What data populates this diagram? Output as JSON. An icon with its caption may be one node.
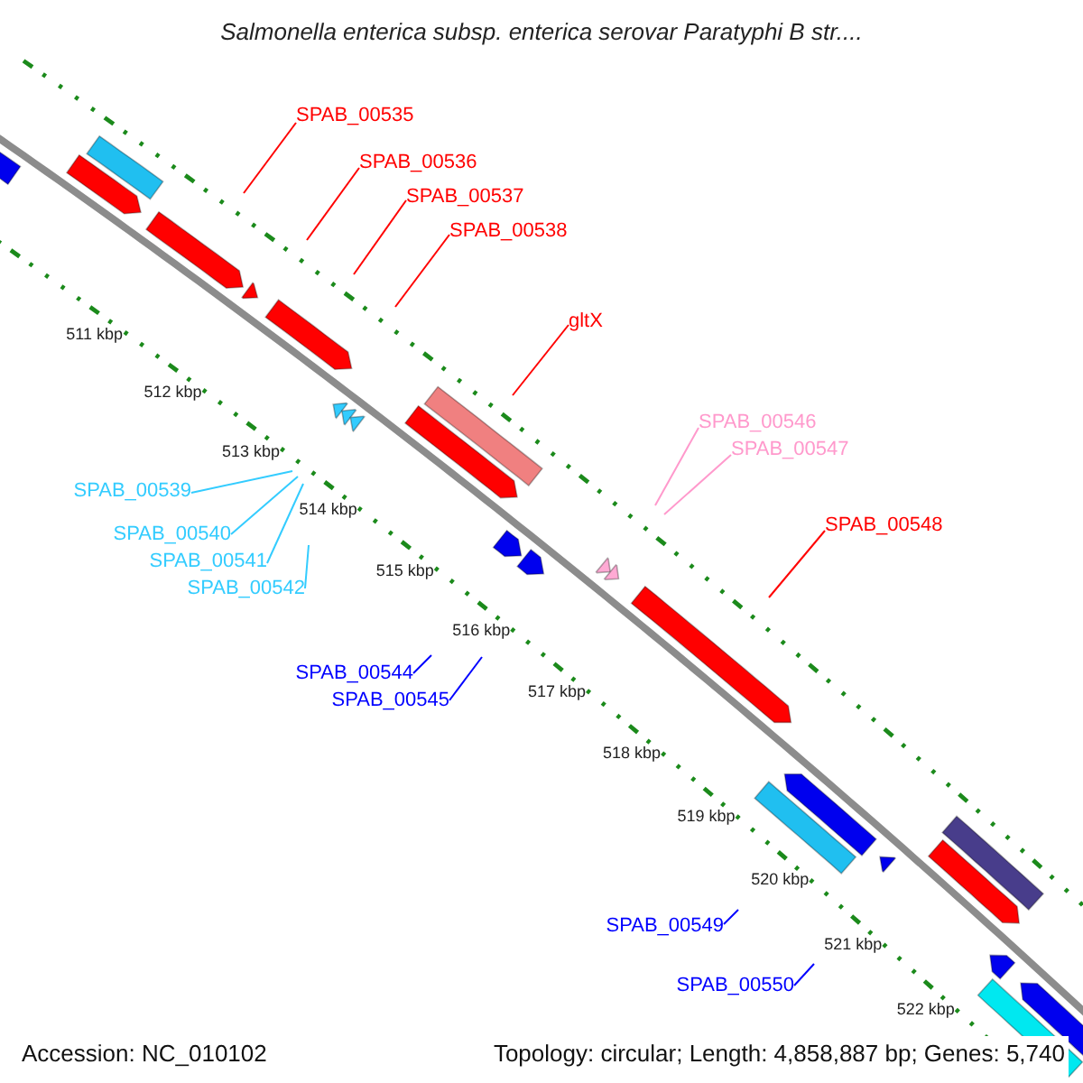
{
  "diagram": {
    "title": "Salmonella enterica subsp. enterica serovar Paratyphi B str....",
    "nodes": [
      {
        "text": [
          "SPAB_00535"
        ]
      },
      {
        "text": [
          "SPAB_00536"
        ]
      },
      {
        "text": [
          "SPAB_00537"
        ]
      },
      {
        "text": [
          "SPAB_00538"
        ]
      },
      {
        "text": [
          "gltX"
        ]
      },
      {
        "text": [
          "SPAB_00546"
        ]
      },
      {
        "text": [
          "SPAB_00547"
        ]
      },
      {
        "text": [
          "SPAB_00548"
        ]
      },
      {
        "text": [
          "SPAB_00539"
        ]
      },
      {
        "text": [
          "SPAB_00540"
        ]
      },
      {
        "text": [
          "SPAB_00541"
        ]
      },
      {
        "text": [
          "SPAB_00542"
        ]
      },
      {
        "text": [
          "SPAB_00544"
        ]
      },
      {
        "text": [
          "SPAB_00545"
        ]
      },
      {
        "text": [
          "SPAB_00549"
        ]
      },
      {
        "text": [
          "SPAB_00550"
        ]
      }
    ],
    "edges": [
      {
        "from": 0,
        "to": null,
        "arrow": "none"
      },
      {
        "from": 1,
        "to": null,
        "arrow": "none"
      },
      {
        "from": 2,
        "to": null,
        "arrow": "none"
      },
      {
        "from": 3,
        "to": null,
        "arrow": "none"
      },
      {
        "from": 4,
        "to": null,
        "arrow": "none"
      },
      {
        "from": 5,
        "to": null,
        "arrow": "none",
        "color": "#ff99cc"
      },
      {
        "from": 6,
        "to": null,
        "arrow": "none",
        "color": "#ff99cc"
      },
      {
        "from": 7,
        "to": null,
        "arrow": "none"
      },
      {
        "from": 8,
        "to": null,
        "arrow": "none",
        "color": "#33ccff"
      },
      {
        "from": 9,
        "to": null,
        "arrow": "none",
        "color": "#33ccff"
      },
      {
        "from": 10,
        "to": null,
        "arrow": "none",
        "color": "#33ccff"
      },
      {
        "from": 11,
        "to": null,
        "arrow": "none",
        "color": "#33ccff"
      },
      {
        "from": 12,
        "to": null,
        "arrow": "none",
        "color": "#0000ff"
      },
      {
        "from": 13,
        "to": null,
        "arrow": "none",
        "color": "#0000ff"
      },
      {
        "from": 14,
        "to": null,
        "arrow": "none",
        "color": "#0000ff"
      },
      {
        "from": 15,
        "to": null,
        "arrow": "none",
        "color": "#0000ff"
      }
    ],
    "labels": [
      "511 kbp",
      "512 kbp",
      "513 kbp",
      "514 kbp",
      "515 kbp",
      "516 kbp",
      "517 kbp",
      "518 kbp",
      "519 kbp",
      "520 kbp",
      "521 kbp",
      "522 kbp",
      "Accession: NC_010102",
      "Topology: circular; Length: 4,858,887 bp; Genes: 5,740"
    ]
  }
}
